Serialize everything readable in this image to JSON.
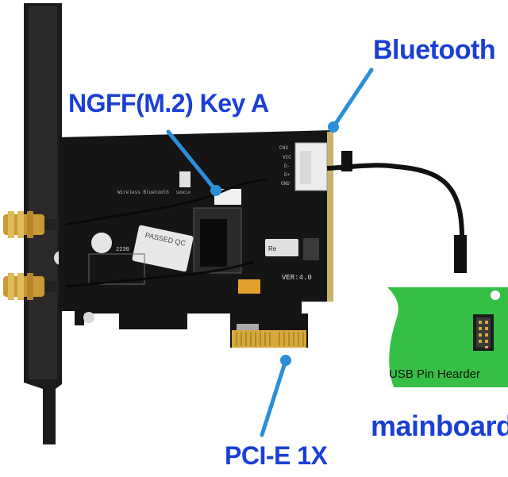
{
  "labels": {
    "bluetooth": "Bluetooth",
    "ngff": "NGFF(M.2)  Key A",
    "pcie": "PCI-E 1X",
    "mainboard": "mainboard",
    "usb_header": "USB Pin Hearder"
  },
  "board_text": {
    "version": "VER:4.0",
    "sticker": "PASSED QC",
    "board_number": "2230",
    "chip_label": "Re",
    "silkscreen": "Wireless  Bluetooth",
    "pins": [
      "CN3",
      "VCC",
      "D-",
      "D+",
      "GND"
    ],
    "suscuk": "SUSCLK"
  },
  "colors": {
    "label_blue": "#1a3fd6",
    "pointer_blue": "#2a8fd8",
    "pcb": "#121212",
    "gold": "#d6a93a",
    "green_board": "#35c045"
  }
}
